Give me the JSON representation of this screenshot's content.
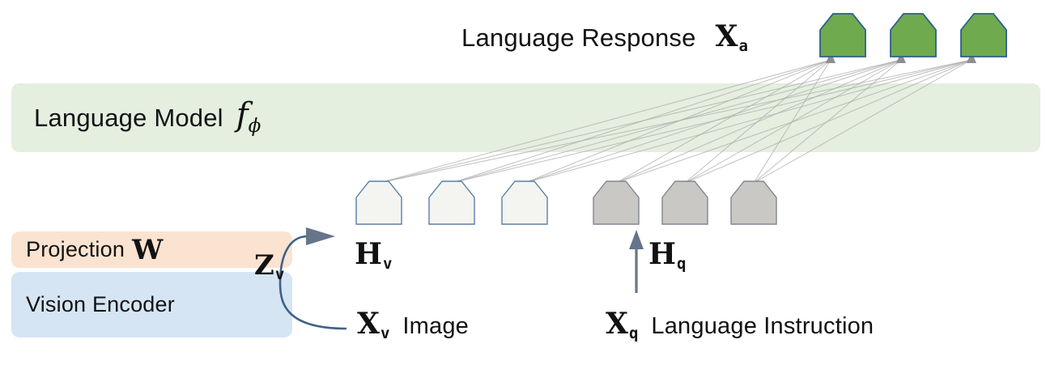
{
  "response": {
    "label": "Language Response",
    "var": "X",
    "sub": "a"
  },
  "language_model": {
    "label": "Language Model",
    "var": "f",
    "sub": "ϕ"
  },
  "projection": {
    "label": "Projection",
    "var": "W"
  },
  "vision_encoder": {
    "label": "Vision Encoder"
  },
  "z_v": {
    "var": "Z",
    "sub": "v"
  },
  "h_v": {
    "var": "H",
    "sub": "v"
  },
  "h_q": {
    "var": "H",
    "sub": "q"
  },
  "x_v": {
    "var": "X",
    "sub": "v",
    "caption": "Image"
  },
  "x_q": {
    "var": "X",
    "sub": "q",
    "caption": "Language Instruction"
  },
  "tokens": {
    "response_count": 3,
    "vision_count": 3,
    "query_count": 3
  },
  "colors": {
    "language_model_bg": "#e4efdf",
    "projection_bg": "#fae3d1",
    "vision_encoder_bg": "#d6e5f3",
    "response_token_fill": "#6faa4e",
    "response_token_stroke": "#2e5f8a",
    "vision_token_fill": "#f4f4f1",
    "vision_token_stroke": "#5b7fa6",
    "query_token_fill": "#cac8c4",
    "query_token_stroke": "#80878f",
    "attention_line": "#ababab",
    "curve_arrow": "#3f6189",
    "arrowhead": "#66758а-fix"
  }
}
